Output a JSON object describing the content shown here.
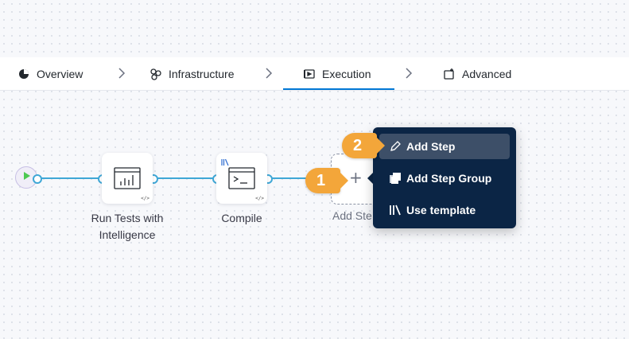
{
  "tabs": [
    {
      "label": "Overview",
      "icon": "overview-icon"
    },
    {
      "label": "Infrastructure",
      "icon": "infrastructure-icon"
    },
    {
      "label": "Execution",
      "icon": "execution-icon",
      "active": true
    },
    {
      "label": "Advanced",
      "icon": "advanced-icon"
    }
  ],
  "pipeline": {
    "nodes": [
      {
        "label_line1": "Run Tests with",
        "label_line2": "Intelligence",
        "icon": "bar-chart-icon",
        "corner": "</>"
      },
      {
        "label_line1": "Compile",
        "icon": "terminal-icon",
        "corner": "</>"
      }
    ],
    "add_step_label": "Add Ste"
  },
  "menu": {
    "items": [
      {
        "label": "Add Step",
        "icon": "pencil-icon",
        "highlighted": true
      },
      {
        "label": "Add Step Group",
        "icon": "step-group-icon"
      },
      {
        "label": "Use template",
        "icon": "template-icon"
      }
    ]
  },
  "callouts": [
    {
      "number": "1"
    },
    {
      "number": "2"
    }
  ],
  "colors": {
    "accent": "#0278d5",
    "connector": "#3fa7d6",
    "menu_bg": "#0b2545",
    "menu_highlight": "#3d4f68",
    "callout": "#f3a63a"
  }
}
